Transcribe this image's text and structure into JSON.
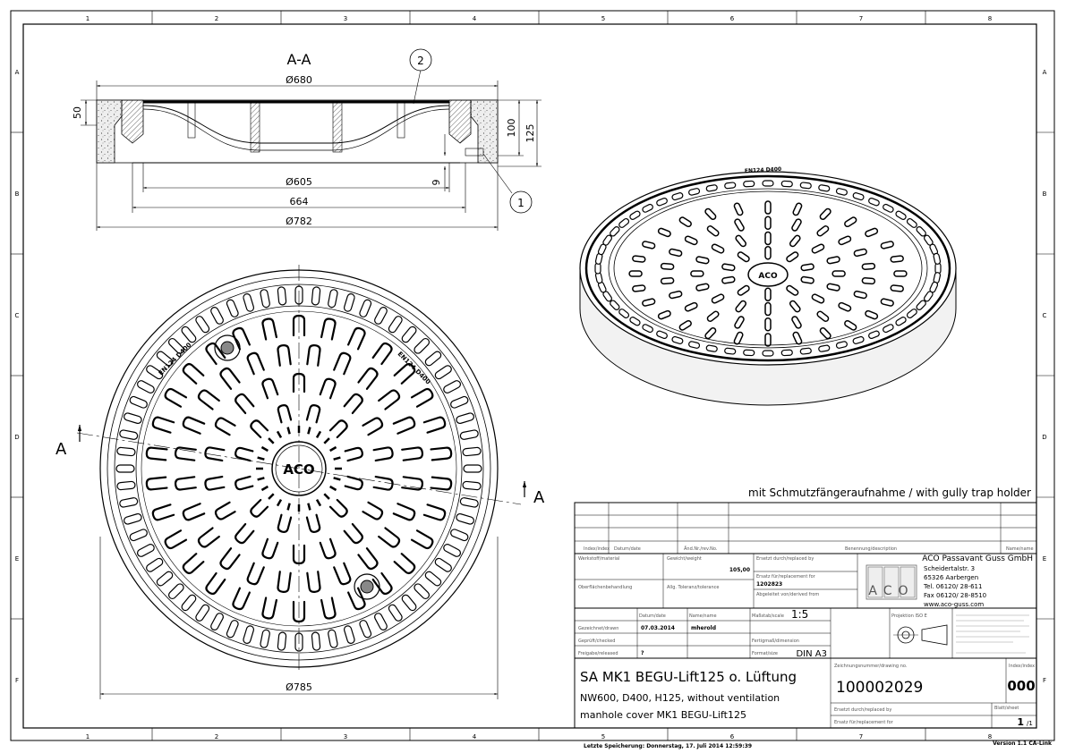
{
  "frame": {
    "cols": [
      "1",
      "2",
      "3",
      "4",
      "5",
      "6",
      "7",
      "8"
    ],
    "rows": [
      "A",
      "B",
      "C",
      "D",
      "E",
      "F"
    ],
    "footer_saved": "Letzte Speicherung: Donnerstag, 17. Juli 2014 12:59:39",
    "footer_version": "Version 1.1 CA-Link"
  },
  "drawing": {
    "section_title": "A-A",
    "balloon_1": "1",
    "balloon_2": "2",
    "dim_680": "Ø680",
    "dim_605": "Ø605",
    "dim_664": "664",
    "dim_782": "Ø782",
    "dim_785": "Ø785",
    "dim_50": "50",
    "dim_100": "100",
    "dim_125": "125",
    "dim_9": "9",
    "cut_label_left": "A",
    "cut_label_right": "A",
    "cover_logo": "ACO",
    "cover_marking": "EN124 D400",
    "note": "mit Schmutzfängeraufnahme / with gully trap holder"
  },
  "title_block": {
    "rev_headers": [
      "Index/index",
      "Datum/date",
      "Änd.Nr./rev.No.",
      "Benennung/description",
      "Name/name"
    ],
    "h_material": "Werkstoff/material",
    "h_weight": "Gewicht/weight",
    "weight": "105,00",
    "h_replaces": "Ersetzt durch/replaced by",
    "h_replaced": "Ersatz für/replacement for",
    "replaced_value": "1202823",
    "h_derived": "Abgeleitet von/derived from",
    "h_treatment": "Oberflächenbehandlung",
    "h_tolerance": "Allg. Toleranz/tolerance",
    "company": "ACO Passavant Guss GmbH",
    "address": [
      "Scheidertalstr. 3",
      "65326 Aarbergen",
      "Tel. 06120/ 28-611",
      "Fax 06120/ 28-8510",
      "www.aco-guss.com"
    ],
    "logo": "ACO",
    "h_date": "Datum/date",
    "h_name": "Name/name",
    "h_scale": "Maßstab/scale",
    "scale": "1:5",
    "h_drawn": "Gezeichnet/drawn",
    "drawn_date": "07.03.2014",
    "drawn_name": "mherold",
    "h_checked": "Geprüft/checked",
    "h_approved": "Freigabe/released",
    "approved_value": "?",
    "h_standard": "Fertigmaß/dimension",
    "h_format": "Format/size",
    "format": "DIN A3",
    "h_projection": "Projektion ISO E",
    "title_main": "SA MK1 BEGU-Lift125 o. Lüftung",
    "title_sub1": "NW600, D400, H125, without ventilation",
    "title_sub2": "manhole cover MK1 BEGU-Lift125",
    "h_drawing_no": "Zeichnungsnummer/drawing no.",
    "drawing_no": "100002029",
    "h_index": "Index/index",
    "index": "000",
    "h_sheet": "Blatt/sheet",
    "sheet": "1",
    "sheet_of": "/1",
    "h_replaces2": "Ersetzt durch/replaced by",
    "h_replaced2": "Ersatz für/replacement for"
  }
}
